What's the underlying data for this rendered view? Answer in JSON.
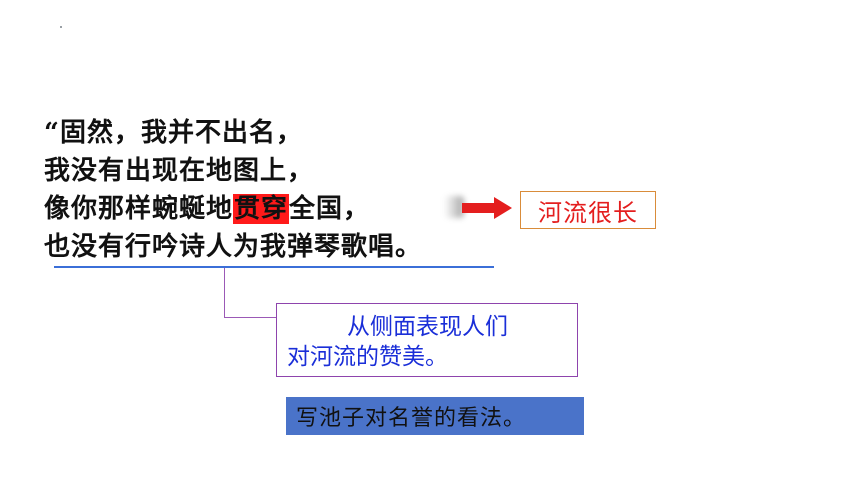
{
  "poem": {
    "line1": "“固然，我并不出名，",
    "line2": "我没有出现在地图上，",
    "line3_before": "像你那样蜿蜒地",
    "line3_highlight": "贯穿",
    "line3_after": "全国，",
    "line4": "也没有行吟诗人为我弹琴歌唱。"
  },
  "annotations": {
    "river_long": "河流很长",
    "praise_line1": "从侧面表现人们",
    "praise_line2": "对河流的赞美。",
    "view_on_fame": "写池子对名誉的看法。"
  },
  "colors": {
    "highlight": "#ff1a1a",
    "arrow": "#e41e1e",
    "praise_text": "#1a2ed8",
    "view_box_bg": "#4a73c9"
  }
}
